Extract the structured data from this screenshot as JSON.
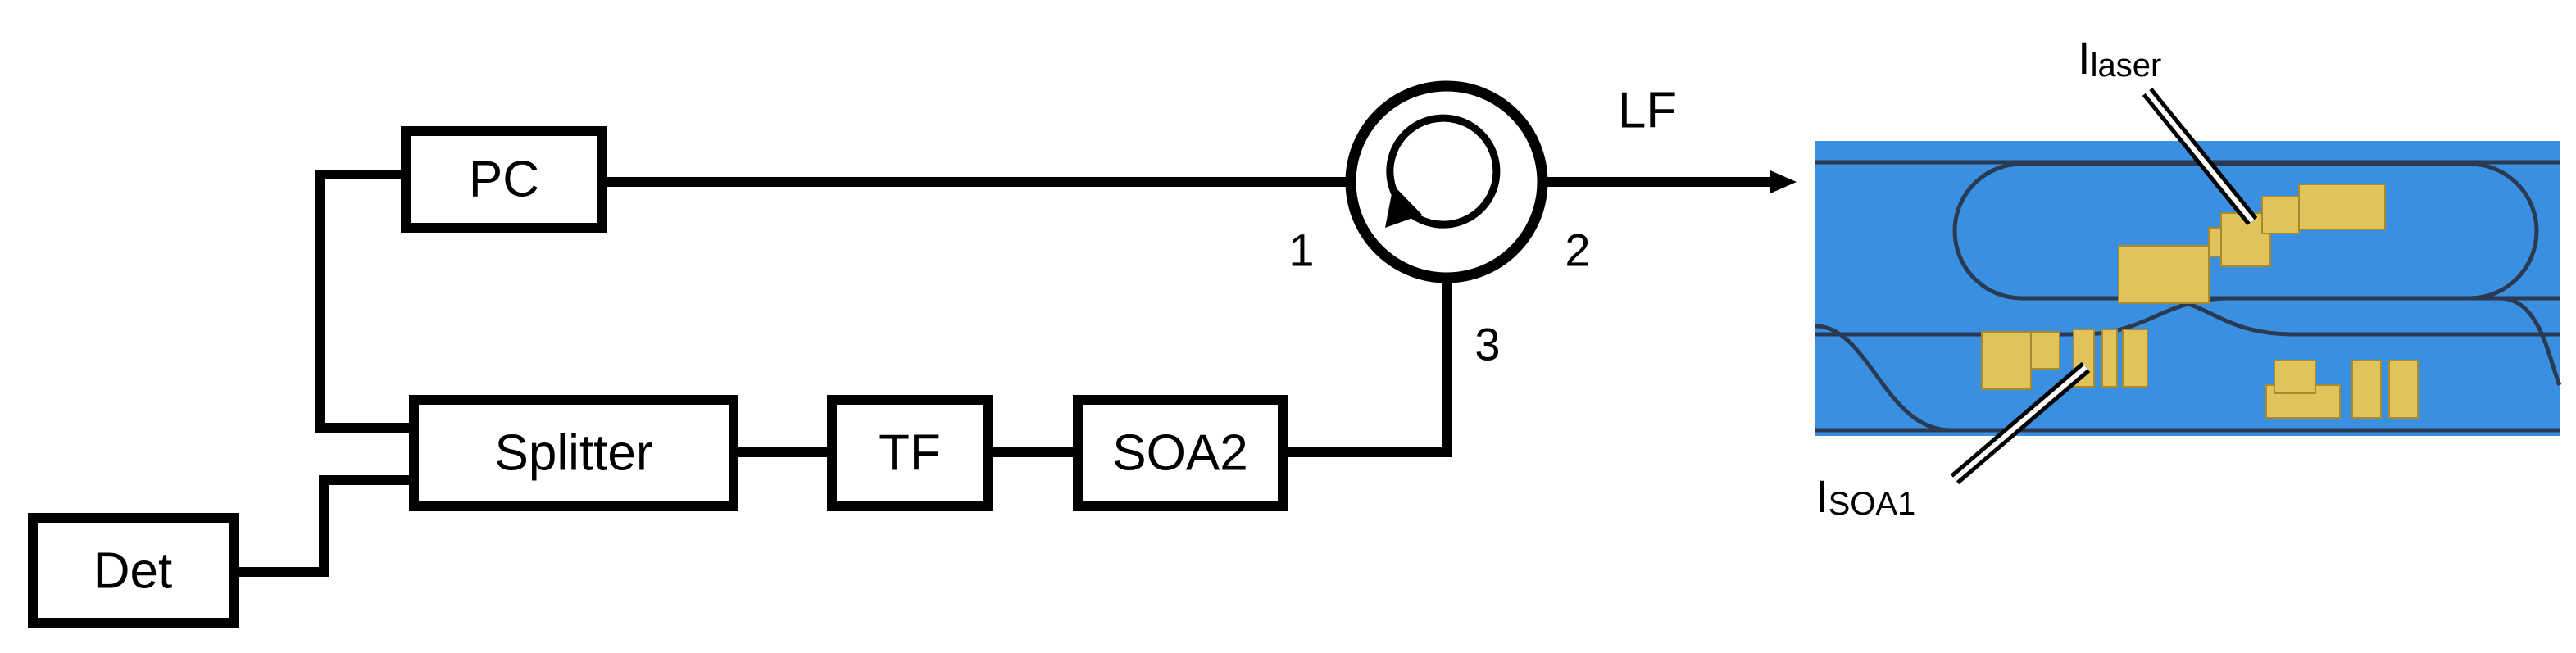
{
  "components": {
    "pc": "PC",
    "splitter": "Splitter",
    "tf": "TF",
    "soa2": "SOA2",
    "det": "Det"
  },
  "circulator": {
    "port1": "1",
    "port2": "2",
    "port3": "3"
  },
  "output_label": "LF",
  "chip_labels": {
    "laser_main": "I",
    "laser_sub": "laser",
    "soa1_main": "I",
    "soa1_sub": "SOA1"
  },
  "colors": {
    "chip_background": "#3b8fe0",
    "pad_gold": "#e0c35a",
    "waveguide": "#2a3a52",
    "line": "#000000"
  }
}
